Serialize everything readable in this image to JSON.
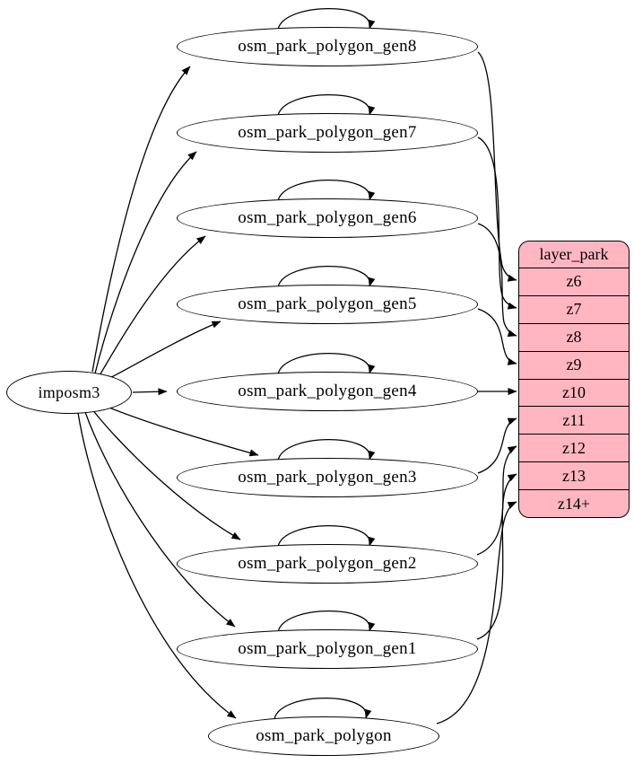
{
  "diagram": {
    "source_node": {
      "id": "imposm3",
      "label": "imposm3"
    },
    "table_nodes": [
      {
        "id": "osm_park_polygon_gen8",
        "label": "osm_park_polygon_gen8"
      },
      {
        "id": "osm_park_polygon_gen7",
        "label": "osm_park_polygon_gen7"
      },
      {
        "id": "osm_park_polygon_gen6",
        "label": "osm_park_polygon_gen6"
      },
      {
        "id": "osm_park_polygon_gen5",
        "label": "osm_park_polygon_gen5"
      },
      {
        "id": "osm_park_polygon_gen4",
        "label": "osm_park_polygon_gen4"
      },
      {
        "id": "osm_park_polygon_gen3",
        "label": "osm_park_polygon_gen3"
      },
      {
        "id": "osm_park_polygon_gen2",
        "label": "osm_park_polygon_gen2"
      },
      {
        "id": "osm_park_polygon_gen1",
        "label": "osm_park_polygon_gen1"
      },
      {
        "id": "osm_park_polygon",
        "label": "osm_park_polygon"
      }
    ],
    "layer_node": {
      "id": "layer_park",
      "title": "layer_park",
      "rows": [
        "z6",
        "z7",
        "z8",
        "z9",
        "z10",
        "z11",
        "z12",
        "z13",
        "z14+"
      ]
    },
    "edges": [
      {
        "from": "imposm3",
        "to": "osm_park_polygon_gen8"
      },
      {
        "from": "imposm3",
        "to": "osm_park_polygon_gen7"
      },
      {
        "from": "imposm3",
        "to": "osm_park_polygon_gen6"
      },
      {
        "from": "imposm3",
        "to": "osm_park_polygon_gen5"
      },
      {
        "from": "imposm3",
        "to": "osm_park_polygon_gen4"
      },
      {
        "from": "imposm3",
        "to": "osm_park_polygon_gen3"
      },
      {
        "from": "imposm3",
        "to": "osm_park_polygon_gen2"
      },
      {
        "from": "imposm3",
        "to": "osm_park_polygon_gen1"
      },
      {
        "from": "imposm3",
        "to": "osm_park_polygon"
      },
      {
        "from": "osm_park_polygon_gen8",
        "to": "osm_park_polygon_gen8"
      },
      {
        "from": "osm_park_polygon_gen7",
        "to": "osm_park_polygon_gen7"
      },
      {
        "from": "osm_park_polygon_gen6",
        "to": "osm_park_polygon_gen6"
      },
      {
        "from": "osm_park_polygon_gen5",
        "to": "osm_park_polygon_gen5"
      },
      {
        "from": "osm_park_polygon_gen4",
        "to": "osm_park_polygon_gen4"
      },
      {
        "from": "osm_park_polygon_gen3",
        "to": "osm_park_polygon_gen3"
      },
      {
        "from": "osm_park_polygon_gen2",
        "to": "osm_park_polygon_gen2"
      },
      {
        "from": "osm_park_polygon_gen1",
        "to": "osm_park_polygon_gen1"
      },
      {
        "from": "osm_park_polygon",
        "to": "osm_park_polygon"
      },
      {
        "from": "osm_park_polygon_gen8",
        "to": "layer_park:z6"
      },
      {
        "from": "osm_park_polygon_gen7",
        "to": "layer_park:z7"
      },
      {
        "from": "osm_park_polygon_gen6",
        "to": "layer_park:z8"
      },
      {
        "from": "osm_park_polygon_gen5",
        "to": "layer_park:z9"
      },
      {
        "from": "osm_park_polygon_gen4",
        "to": "layer_park:z10"
      },
      {
        "from": "osm_park_polygon_gen3",
        "to": "layer_park:z11"
      },
      {
        "from": "osm_park_polygon_gen2",
        "to": "layer_park:z12"
      },
      {
        "from": "osm_park_polygon_gen1",
        "to": "layer_park:z13"
      },
      {
        "from": "osm_park_polygon",
        "to": "layer_park:z14+"
      }
    ],
    "colors": {
      "layer_fill": "#ffb6c1",
      "node_fill": "#ffffff",
      "stroke": "#000000",
      "background": "#ffffff"
    }
  }
}
